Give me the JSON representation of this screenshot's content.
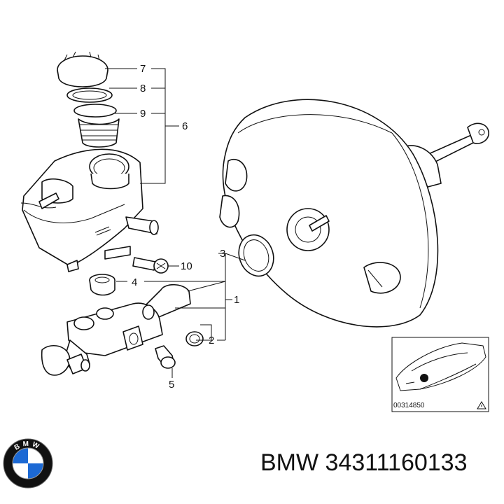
{
  "callouts": {
    "n1": "1",
    "n2": "2",
    "n3": "3",
    "n4": "4",
    "n5": "5",
    "n6": "6",
    "n7": "7",
    "n8": "8",
    "n9": "9",
    "n10": "10"
  },
  "thumbnail": {
    "code": "00314850"
  },
  "caption": {
    "brand": "BMW",
    "part_number": "34311160133"
  },
  "logo": {
    "letters": "BMW",
    "colors": {
      "blue": "#1c69d4",
      "white": "#ffffff",
      "ring": "#111111"
    }
  }
}
